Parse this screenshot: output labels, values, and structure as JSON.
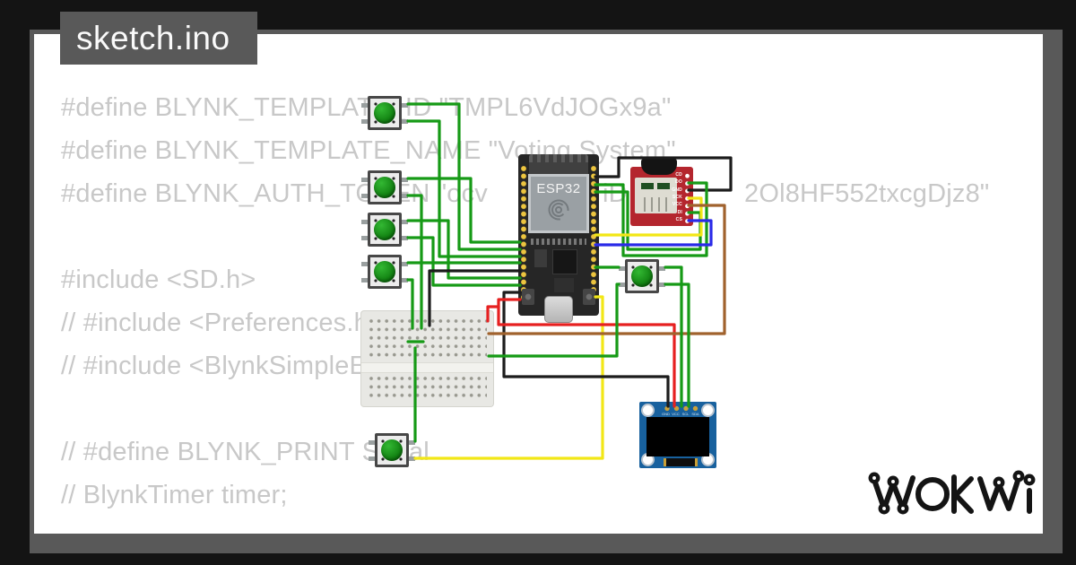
{
  "window": {
    "title": "sketch.ino"
  },
  "code": {
    "lines": [
      "#define BLYNK_TEMPLATE_ID \"TMPL6VdJOGx9a\"",
      "#define BLYNK_TEMPLATE_NAME \"Voting System\"",
      "#include <SD.h>",
      "// #include <Preferences.h>",
      "// #include <BlynkSimpleEsp32.h>",
      "// #define BLYNK_PRINT Serial",
      "// BlynkTimer timer;"
    ],
    "auth": {
      "prefix": "#define BLYNK_AUTH_TOKEN \"ocv",
      "mid": "iD",
      "suffix": "2Ol8HF552txcgDjz8\""
    }
  },
  "esp32": {
    "label": "ESP32"
  },
  "sd_module": {
    "pin_labels": [
      "CD",
      "DO",
      "GND",
      "SCK",
      "VCC",
      "DI",
      "CS"
    ]
  },
  "oled": {
    "pin_labels": [
      "GND",
      "VCC",
      "SCL",
      "SDA"
    ]
  },
  "logo": {
    "text": "WOKWI"
  },
  "colors": {
    "background": "#141414",
    "panel_gray": "#595959",
    "card_white": "#ffffff",
    "code_text": "#c8c8c8",
    "wire_green": "#169a16",
    "wire_black": "#1c1c1c",
    "wire_red": "#e62020",
    "wire_yellow": "#f2e716",
    "wire_blue": "#2a2ae8",
    "wire_brown": "#a0622d",
    "button_green": "#1b9a1b",
    "pcb_red": "#b4262e",
    "oled_blue": "#18619e",
    "board_black": "#262626",
    "pin_gold": "#edc53f"
  }
}
